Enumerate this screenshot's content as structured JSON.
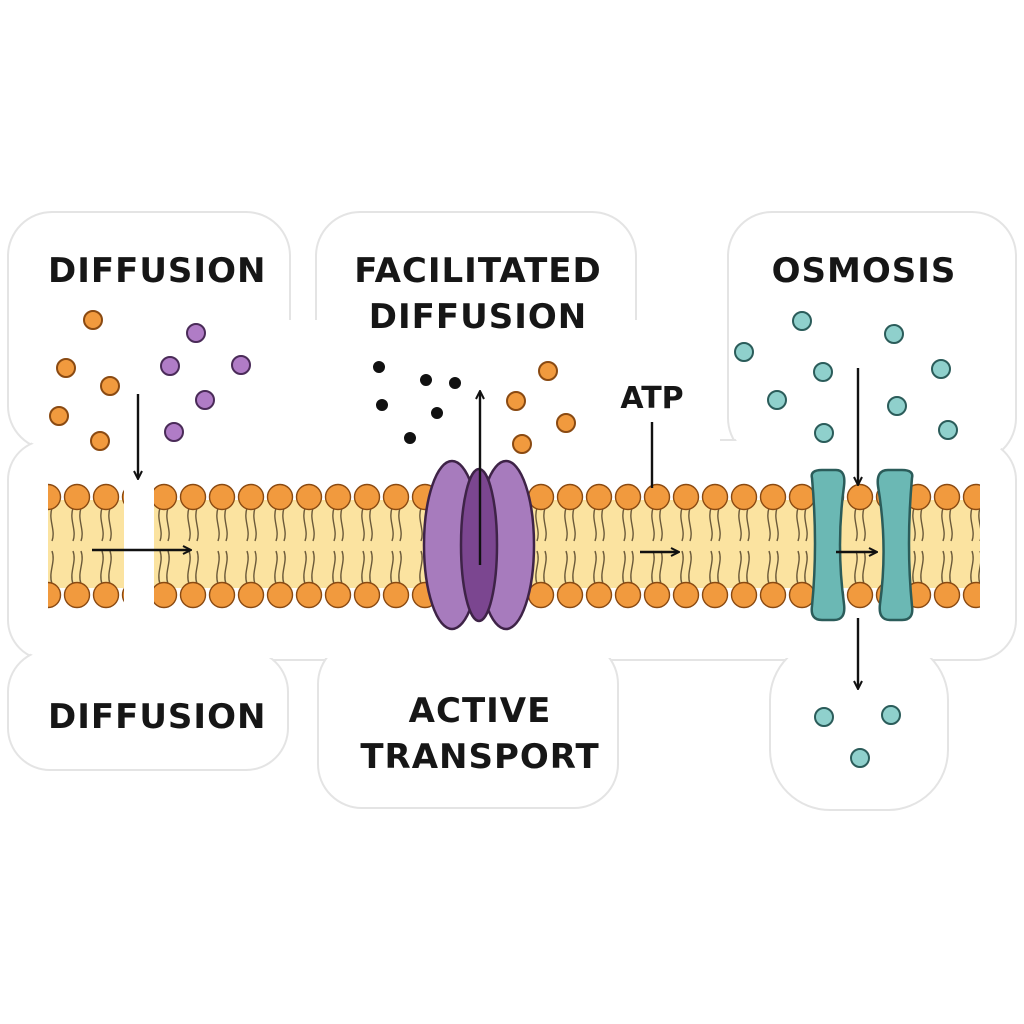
{
  "labels": {
    "diffusion_top": "DIFFUSION",
    "facilitated_line1": "FACILITATED",
    "facilitated_line2": "DIFFUSION",
    "osmosis": "OSMOSIS",
    "diffusion_bottom": "DIFFUSION",
    "active_line1": "ACTIVE",
    "active_line2": "TRANSPORT",
    "atp": "ATP"
  },
  "colors": {
    "sticker_outline": "#e6e6e6",
    "membrane_core": "#fbe3a0",
    "phospholipid_head": "#f19a3e",
    "head_outline": "#8a4a12",
    "tail": "#6b5a3a",
    "purple_particle": "#b07cc6",
    "black_particle": "#111111",
    "teal_particle": "#8fd0cc",
    "protein_purple": "#a77bbd",
    "protein_purple_dark": "#7b4690",
    "aquaporin_teal": "#6bb8b4",
    "arrow": "#111111"
  },
  "icons": [
    "arrow-icon",
    "phospholipid-bilayer",
    "channel-protein",
    "aquaporin"
  ]
}
